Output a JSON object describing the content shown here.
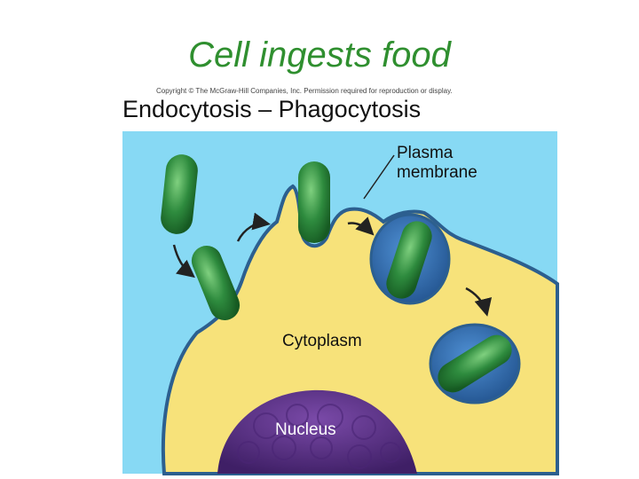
{
  "slide": {
    "title": "Cell ingests food"
  },
  "figure": {
    "copyright": "Copyright © The McGraw-Hill Companies, Inc. Permission required for reproduction or display.",
    "heading": "Endocytosis – Phagocytosis",
    "labels": {
      "plasma_membrane_line1": "Plasma",
      "plasma_membrane_line2": "membrane",
      "cytoplasm": "Cytoplasm",
      "nucleus": "Nucleus"
    },
    "colors": {
      "extracellular": "#87d9f4",
      "cytoplasm": "#f7e27a",
      "membrane": "#2c5f8f",
      "vacuole": "#2e6db0",
      "bacterium": "#2e8b3e",
      "nucleus": "#5b2f8a",
      "title": "#2f8f2f"
    }
  }
}
